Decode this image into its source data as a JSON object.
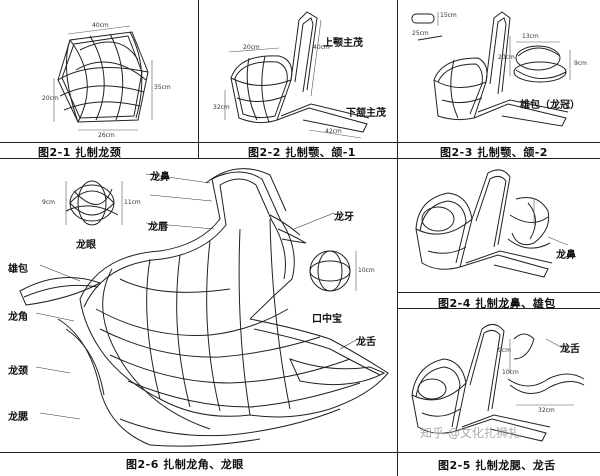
{
  "captions": {
    "fig1": "图2-1  扎制龙颈",
    "fig2": "图2-2  扎制颚、颌-1",
    "fig3": "图2-3  扎制颚、颌-2",
    "fig4": "图2-4  扎制龙鼻、雄包",
    "fig5": "图2-5  扎制龙腮、龙舌",
    "fig6": "图2-6  扎制龙角、龙眼"
  },
  "labels": {
    "upper_jaw_frame": "上颚主茂",
    "lower_jaw_frame": "下颔主茂",
    "crest": "雄包（龙冠）",
    "nose": "龙鼻",
    "tooth": "龙牙",
    "lip": "龙唇",
    "eye": "龙眼",
    "crest2": "雄包",
    "mouth_pearl": "口中宝",
    "horn": "龙角",
    "neck": "龙颈",
    "tongue": "龙舌",
    "cheek": "龙腮",
    "nose2": "龙鼻",
    "tongue2": "龙舌"
  },
  "dimensions": {
    "f1_top": "40cm",
    "f1_left": "20cm",
    "f1_right": "35cm",
    "f1_bottom": "26cm",
    "f2_a": "20cm",
    "f2_b": "40cm",
    "f2_c": "42cm",
    "f2_d": "32cm",
    "f3_a": "25cm",
    "f3_b": "15cm",
    "f3_c": "13cm",
    "f3_d": "20cm",
    "f3_e": "9cm",
    "f6_eye_a": "9cm",
    "f6_eye_b": "11cm",
    "f6_pearl": "10cm",
    "f5_a": "9cm",
    "f5_b": "10cm",
    "f5_c": "32cm"
  },
  "watermark": "知乎 @文化扎狮扎"
}
